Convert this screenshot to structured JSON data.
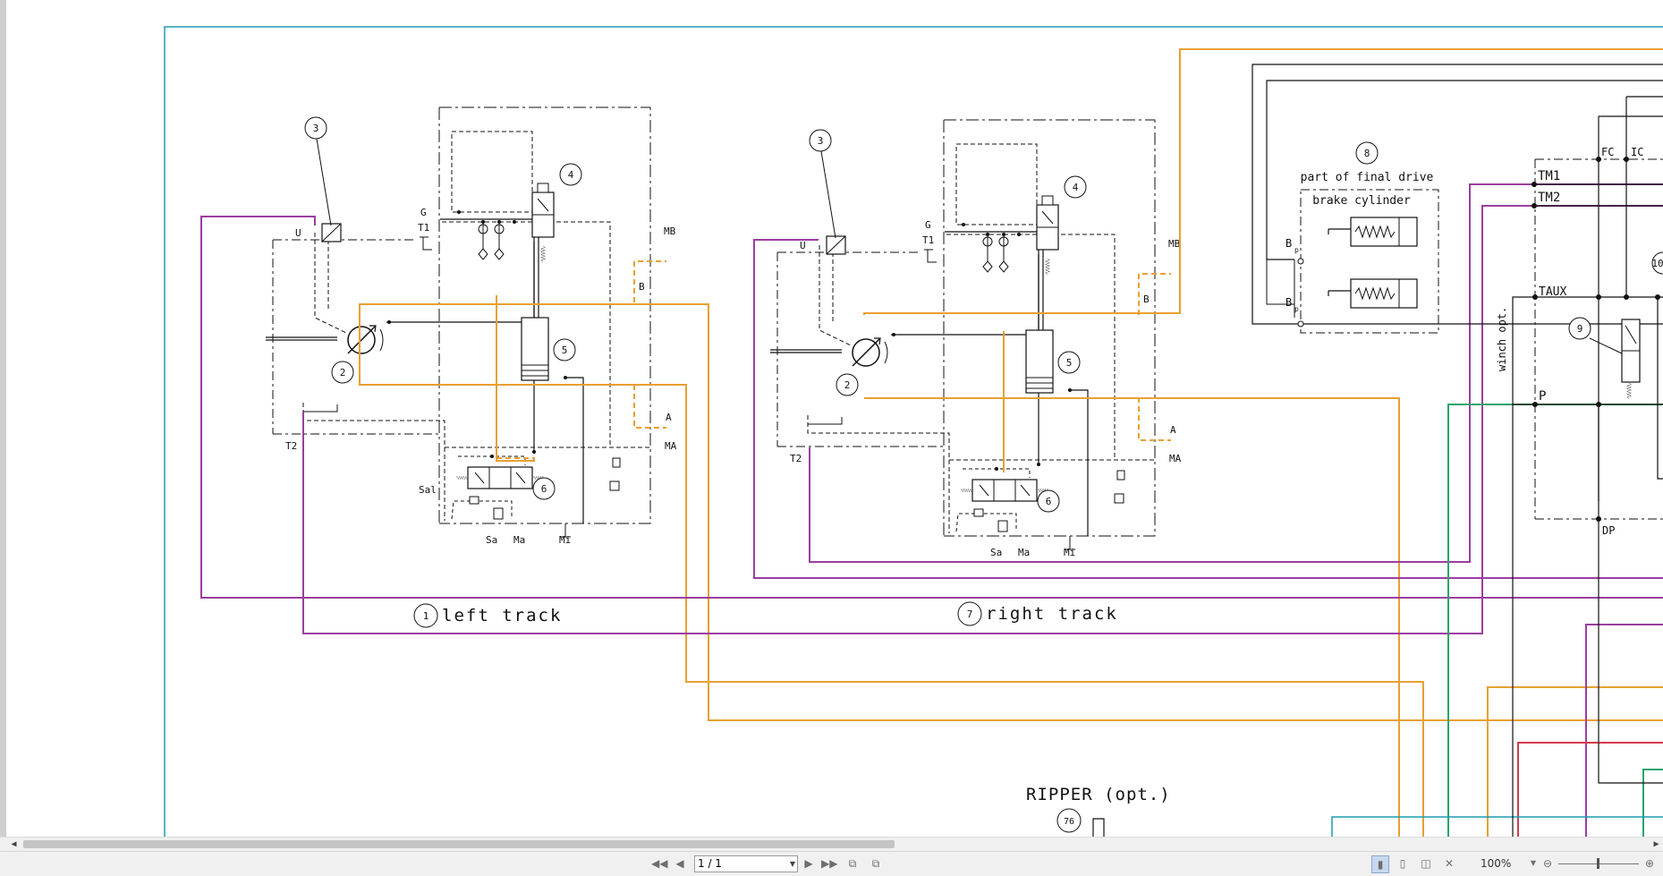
{
  "drawing": {
    "left_track": {
      "num": "1",
      "label": "left track"
    },
    "right_track": {
      "num": "7",
      "label": "right track"
    },
    "ripper": {
      "label": "RIPPER (opt.)",
      "num": "76"
    },
    "brake": {
      "num": "8",
      "line1": "part of final drive",
      "line2": "brake cylinder",
      "bp": "B",
      "sub": "p"
    },
    "winch": {
      "label": "winch opt.",
      "num9": "9",
      "num10": "10"
    },
    "ports": {
      "u": "U",
      "g": "G",
      "t1": "T1",
      "t2": "T2",
      "mb": "MB",
      "ma": "MA",
      "a": "A",
      "b": "B",
      "sal": "Sal",
      "sa": "Sa",
      "ma2": "Ma",
      "mi": "Mi",
      "fc": "FC",
      "ic": "IC",
      "tm1": "TM1",
      "tm2": "TM2",
      "taux": "TAUX",
      "p": "P",
      "dp": "DP"
    },
    "callouts": {
      "c2": "2",
      "c3": "3",
      "c4": "4",
      "c5": "5",
      "c6": "6"
    }
  },
  "colors": {
    "frame": "#1f9bb2",
    "orange": "#e8a033",
    "purple": "#9b3ea0",
    "green": "#2aa36a",
    "red": "#d43a4e",
    "black": "#111111"
  },
  "viewer": {
    "page_indicator": "1 / 1",
    "zoom": "100%"
  }
}
